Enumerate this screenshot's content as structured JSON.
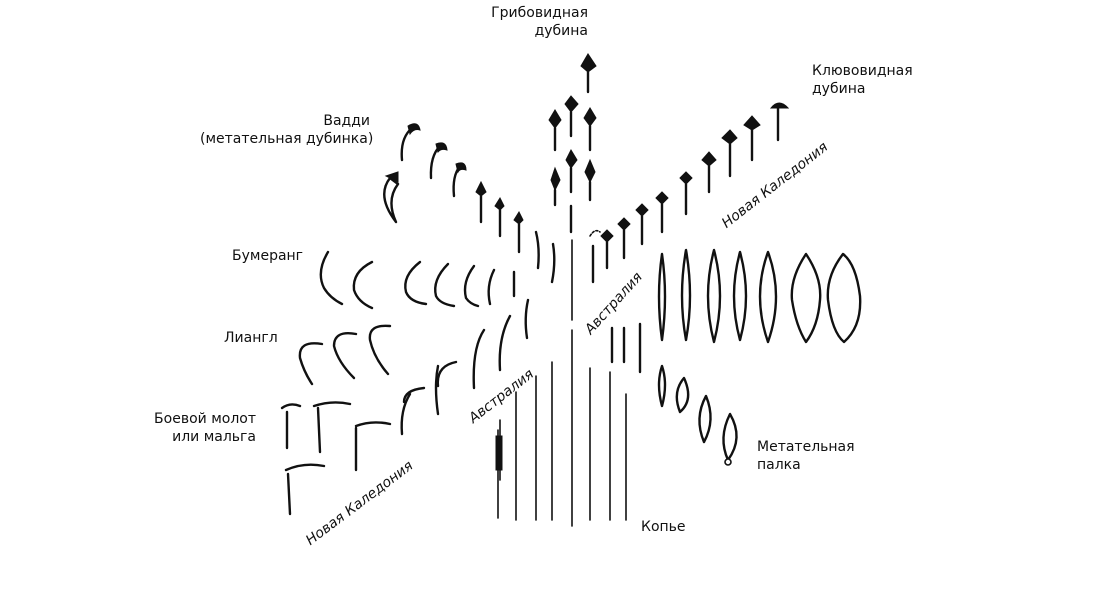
{
  "labels": {
    "mushroom_club": [
      "Грибовидная",
      "дубина"
    ],
    "beak_club": [
      "Клювовидная",
      "дубина"
    ],
    "waddy": [
      "Вадди",
      "(метательная дубинка)"
    ],
    "boomerang": "Бумеранг",
    "liangle": "Лиангл",
    "war_hammer": [
      "Боевой молот",
      "или мальга"
    ],
    "throwing_stick": [
      "Метательная",
      "палка"
    ],
    "spear": "Копье"
  },
  "regions": {
    "new_caledonia_left": "Новая Каледония",
    "australia_left": "Австралия",
    "australia_center": "Австралия",
    "new_caledonia_right": "Новая Каледония"
  }
}
